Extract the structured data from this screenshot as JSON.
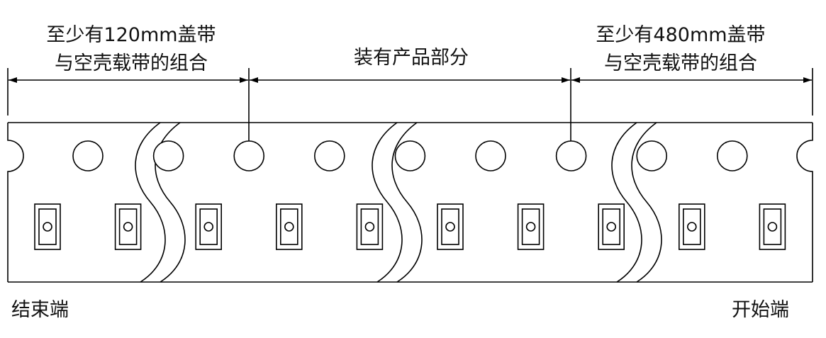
{
  "labels": {
    "left_section_line1": "至少有120mm盖带",
    "left_section_line2": "与空壳载带的组合",
    "middle_section": "装有产品部分",
    "right_section_line1": "至少有480mm盖带",
    "right_section_line2": "与空壳载带的组合",
    "end_side": "结束端",
    "start_side": "开始端"
  },
  "tape": {
    "sprocket_hole_count": 9,
    "pocket_count": 10,
    "break_count": 3
  },
  "colors": {
    "line": "#000000",
    "text": "#111111",
    "background": "#ffffff"
  }
}
